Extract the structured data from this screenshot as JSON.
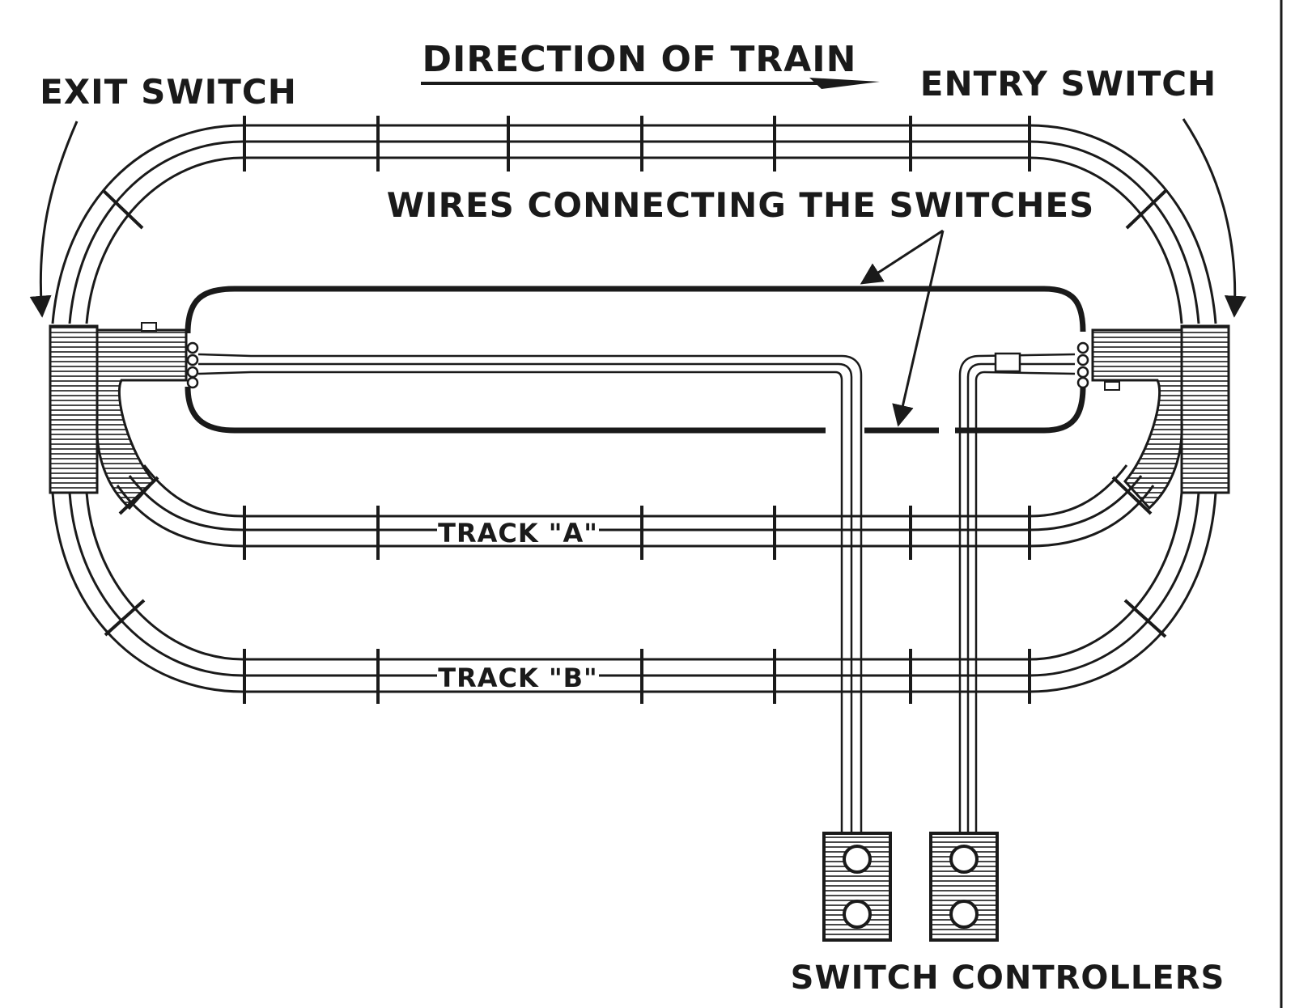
{
  "labels": {
    "direction": "DIRECTION OF TRAIN",
    "exit_switch": "EXIT SWITCH",
    "entry_switch": "ENTRY SWITCH",
    "wires": "WIRES CONNECTING THE SWITCHES",
    "track_a": "TRACK \"A\"",
    "track_b": "TRACK \"B\"",
    "controllers": "SWITCH CONTROLLERS"
  },
  "colors": {
    "ink": "#1a1a1a",
    "paper": "#ffffff"
  }
}
